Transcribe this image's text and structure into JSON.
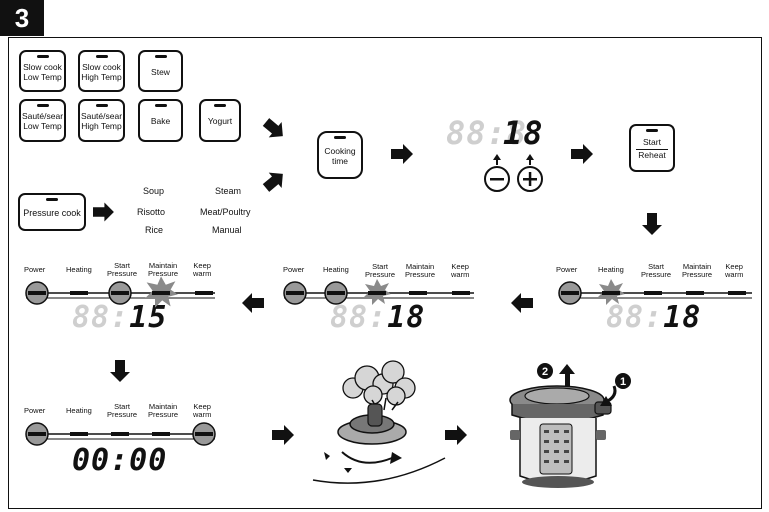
{
  "step_number": "3",
  "program_buttons": {
    "slow_cook_low": "Slow cook\nLow Temp",
    "slow_cook_high": "Slow cook\nHigh Temp",
    "stew": "Stew",
    "saute_low": "Sauté/sear\nLow Temp",
    "saute_high": "Sauté/sear\nHigh Temp",
    "bake": "Bake",
    "yogurt": "Yogurt",
    "pressure_cook": "Pressure cook"
  },
  "pressure_programs": {
    "col1": [
      "Soup",
      "Risotto",
      "Rice"
    ],
    "col2": [
      "Steam",
      "Meat/Poultry",
      "Manual"
    ]
  },
  "cooking_time_button": "Cooking\ntime",
  "start_button": {
    "line1": "Start",
    "line2": "Reheat"
  },
  "adjust_icons": {
    "minus": "minus-circle-icon",
    "plus": "plus-circle-icon"
  },
  "displays": {
    "set_time": {
      "ghost": "88:",
      "ghost2": "8",
      "lit": "18"
    },
    "heating": {
      "ghost": "88:",
      "lit": "18"
    },
    "pressure": {
      "ghost": "88:",
      "lit": "18"
    },
    "maintain": {
      "ghost": "88:",
      "lit": "15"
    },
    "done": {
      "lit": "00:00"
    }
  },
  "progress_labels": {
    "power": "Power",
    "heating": "Heating",
    "start_pressure": "Start\nPressure",
    "maintain_pressure": "Maintain\nPressure",
    "keep_warm": "Keep\nwarm"
  },
  "lid_markers": {
    "one": "1",
    "two": "2"
  },
  "colors": {
    "ink": "#111111",
    "ghost": "#cfcfcf",
    "burst": "#8a8a8a",
    "light": "#bdbdbd"
  }
}
